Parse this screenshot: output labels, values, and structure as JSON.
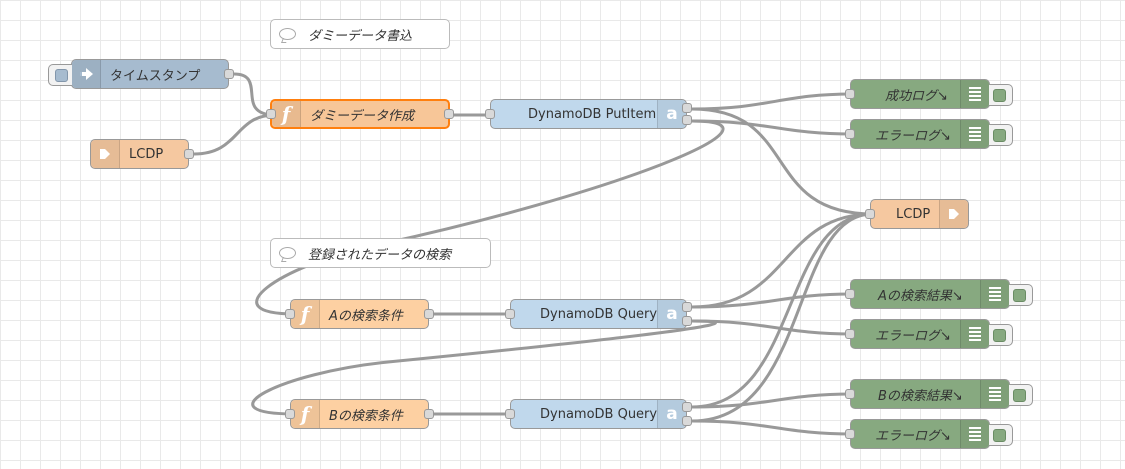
{
  "colors": {
    "inject": "#a6bbcf",
    "function": "#fdd0a2",
    "function_selected_border": "#ff7f0e",
    "dynamodb": "#c0d8ec",
    "debug": "#87a980",
    "link": "#f5c8a0",
    "wire": "#999999"
  },
  "comments": {
    "write": "ダミーデータ書込",
    "search": "登録されたデータの検索"
  },
  "nodes": {
    "inject": {
      "label": "タイムスタンプ",
      "icon": "inject-arrow-icon"
    },
    "link_in": {
      "label": "LCDP",
      "icon": "link-in-icon"
    },
    "func_dummy": {
      "label": "ダミーデータ作成",
      "icon": "function-icon"
    },
    "put_item": {
      "label": "DynamoDB PutItem",
      "icon": "aws-icon"
    },
    "debug_success": {
      "label": "成功ログ↘",
      "icon": "debug-list-icon"
    },
    "debug_error1": {
      "label": "エラーログ↘",
      "icon": "debug-list-icon"
    },
    "link_out": {
      "label": "LCDP",
      "icon": "link-out-icon"
    },
    "func_a": {
      "label": "Aの検索条件",
      "icon": "function-icon"
    },
    "query_a": {
      "label": "DynamoDB Query",
      "icon": "aws-icon"
    },
    "debug_a": {
      "label": "Aの検索結果↘",
      "icon": "debug-list-icon"
    },
    "debug_error2": {
      "label": "エラーログ↘",
      "icon": "debug-list-icon"
    },
    "func_b": {
      "label": "Bの検索条件",
      "icon": "function-icon"
    },
    "query_b": {
      "label": "DynamoDB Query",
      "icon": "aws-icon"
    },
    "debug_b": {
      "label": "Bの検索結果↘",
      "icon": "debug-list-icon"
    },
    "debug_error3": {
      "label": "エラーログ↘",
      "icon": "debug-list-icon"
    }
  }
}
